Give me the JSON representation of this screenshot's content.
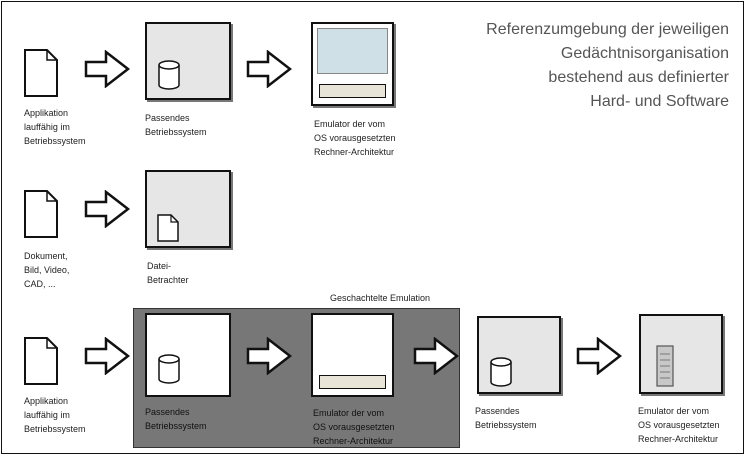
{
  "reference_title": [
    "Referenzumgebung der jeweiligen",
    "Gedächtnisorganisation",
    "bestehend aus definierter",
    "Hard- und Software"
  ],
  "rows": [
    {
      "input_label": [
        "Applikation",
        "lauffähig im",
        "Betriebssystem"
      ],
      "os_label": [
        "Passendes",
        "Betriebssystem"
      ],
      "emulator_label": [
        "Emulator der vom",
        "OS vorausgesetzten",
        "Rechner-Architektur"
      ]
    },
    {
      "input_label": [
        "Dokument,",
        "Bild, Video,",
        "CAD, ..."
      ],
      "viewer_label": [
        "Datei-",
        "Betrachter"
      ]
    },
    {
      "input_label": [
        "Applikation",
        "lauffähig im",
        "Betriebssystem"
      ],
      "nested_label": "Geschachtelte Emulation",
      "os_label": [
        "Passendes",
        "Betriebssystem"
      ],
      "emulator_label": [
        "Emulator der vom",
        "OS vorausgesetzten",
        "Rechner-Architektur"
      ],
      "os2_label": [
        "Passendes",
        "Betriebssystem"
      ],
      "emulator2_label": [
        "Emulator der vom",
        "OS vorausgesetzten",
        "Rechner-Architektur"
      ]
    }
  ],
  "colors": {
    "box_fill": "#e6e6e6",
    "nested_fill": "#777777",
    "screen": "#cfe0e6",
    "text_title": "#555555"
  }
}
